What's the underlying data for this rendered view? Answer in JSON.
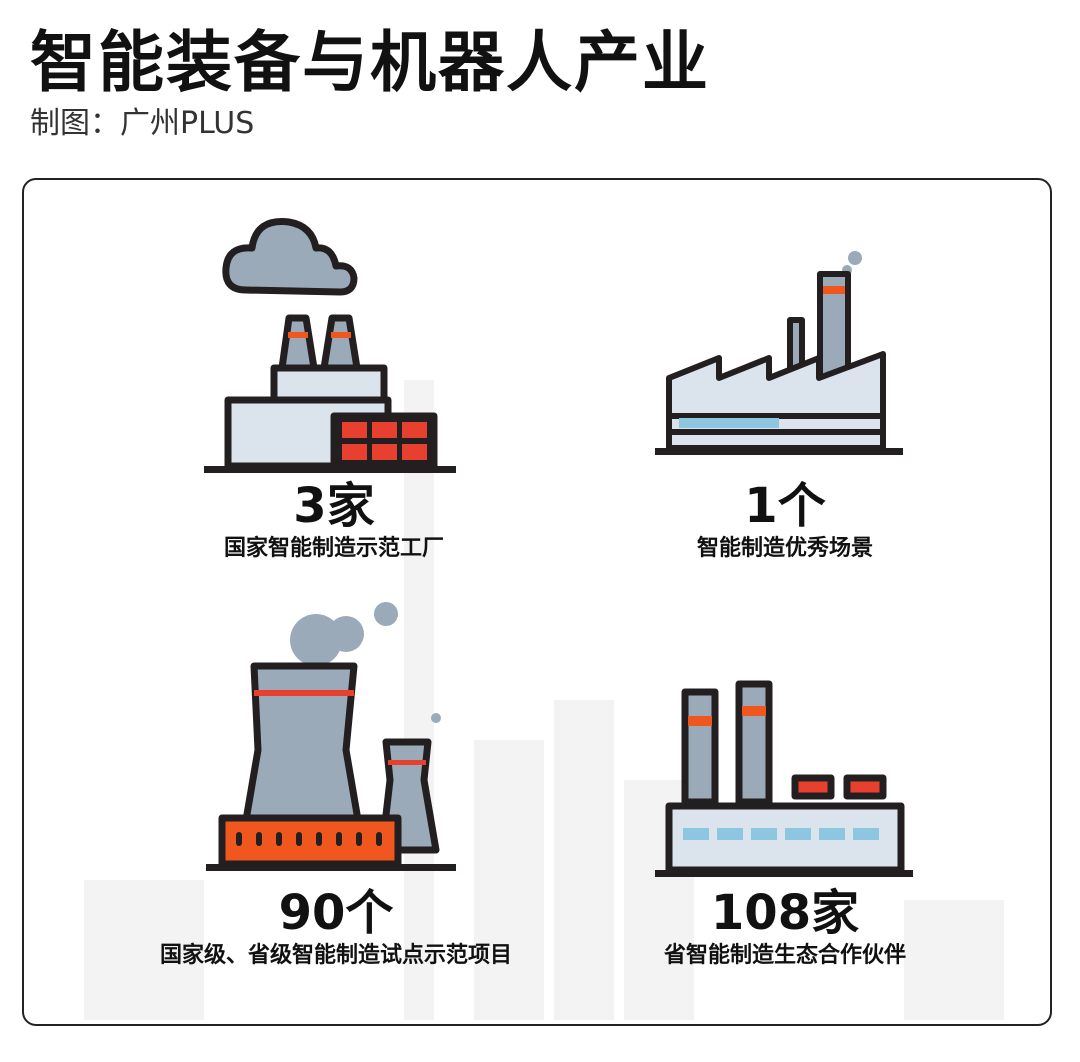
{
  "header": {
    "title": "智能装备与机器人产业",
    "credit": "制图：广州PLUS"
  },
  "stats": [
    {
      "value": "3家",
      "label": "国家智能制造示范工厂",
      "icon": "factory-cloud-icon"
    },
    {
      "value": "1个",
      "label": "智能制造优秀场景",
      "icon": "sawtooth-factory-icon"
    },
    {
      "value": "90个",
      "label": "国家级、省级智能制造试点示范项目",
      "icon": "cooling-tower-icon"
    },
    {
      "value": "108家",
      "label": "省智能制造生态合作伙伴",
      "icon": "chimney-factory-icon"
    }
  ],
  "colors": {
    "outline": "#231f20",
    "gray": "#9aaab8",
    "light": "#dbe4ec",
    "red": "#e8402f",
    "orange": "#f0571e",
    "window": "#8cc6e0"
  }
}
